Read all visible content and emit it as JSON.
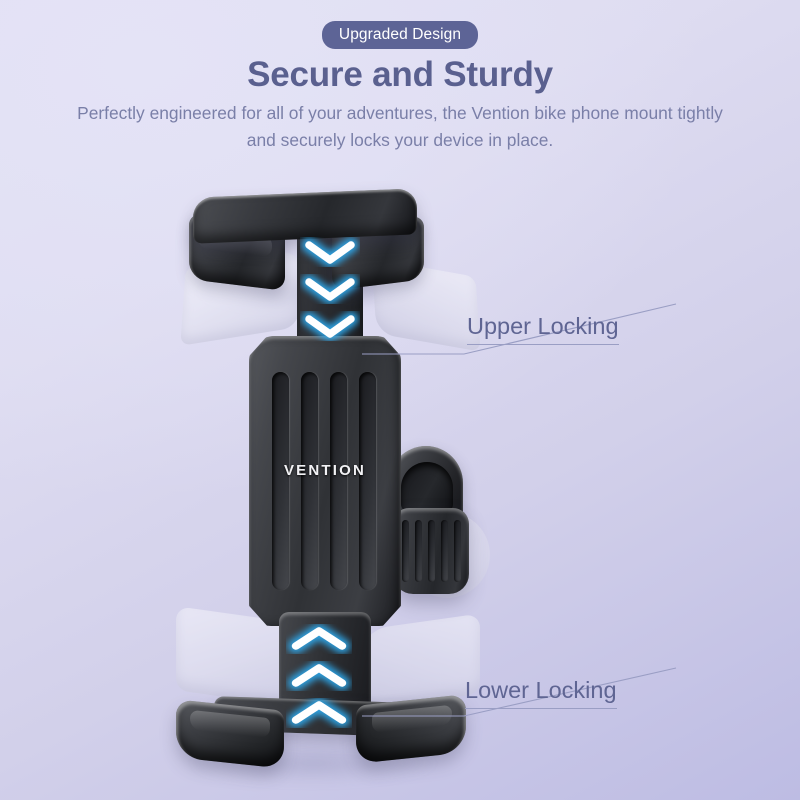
{
  "header": {
    "badge": "Upgraded Design",
    "title": "Secure and Sturdy",
    "subtitle": "Perfectly engineered for all of your adventures, the Vention bike phone mount tightly and securely locks your device in place."
  },
  "product": {
    "brand": "VENTION",
    "name": "bike phone mount"
  },
  "callouts": [
    {
      "label": "Upper Locking",
      "icon": "chevron-down-icon",
      "direction": "down"
    },
    {
      "label": "Lower Locking",
      "icon": "chevron-up-icon",
      "direction": "up"
    }
  ],
  "colors": {
    "accent": "#2ea6e8",
    "badge_bg": "#5d6496",
    "heading": "#5a608f",
    "body_text": "#7a7fa8",
    "callout_text": "#5f6593",
    "background_start": "#e2e1f4",
    "background_end": "#bdbce3",
    "product_dark": "#2a2c31",
    "glow_core": "#ffffff"
  }
}
